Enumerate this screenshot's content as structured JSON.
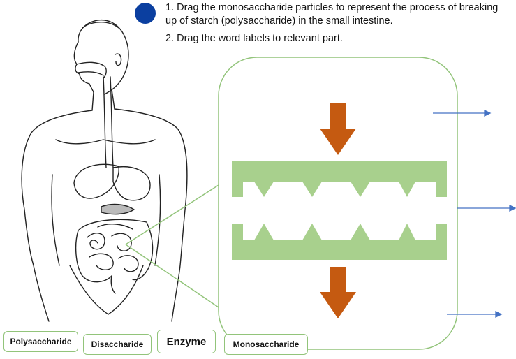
{
  "instructions": {
    "step1": "1. Drag the monosaccharide particles to represent the process of breaking up of starch (polysaccharide) in the small intestine.",
    "step2": "2. Drag the word labels to relevant part."
  },
  "particle": {
    "name": "monosaccharide particle",
    "color": "#0b3fa0"
  },
  "labels": [
    {
      "text": "Polysaccharide"
    },
    {
      "text": "Disaccharide"
    },
    {
      "text": "Enzyme"
    },
    {
      "text": "Monosaccharide"
    }
  ],
  "colors": {
    "wall": "#a8d08d",
    "arrow": "#c55a11",
    "pointer": "#4472c4",
    "outline": "#92c47a"
  }
}
